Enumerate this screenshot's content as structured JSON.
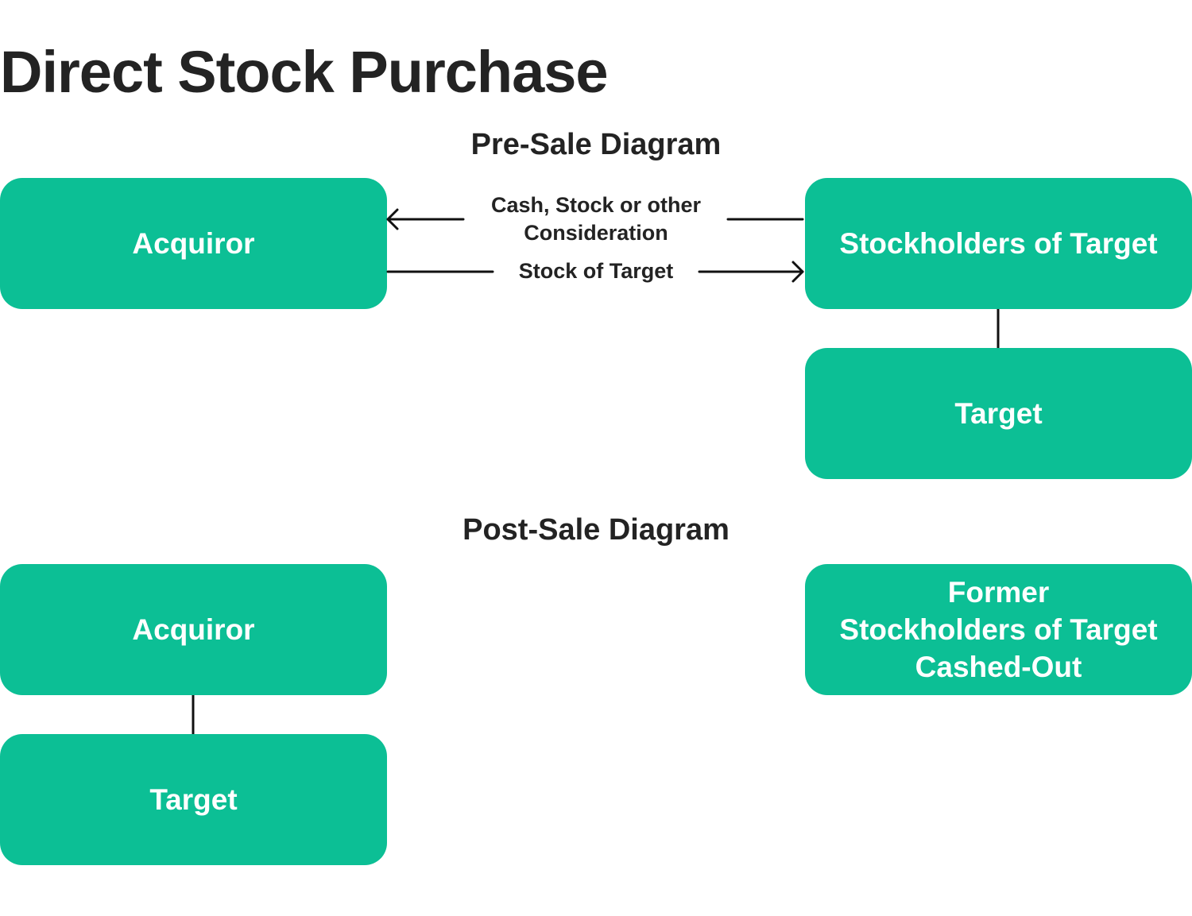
{
  "title": "Direct Stock Purchase",
  "colors": {
    "box_fill": "#0cbf95",
    "box_text": "#ffffff",
    "text": "#232323"
  },
  "pre_sale": {
    "heading": "Pre-Sale Diagram",
    "acquiror": "Acquiror",
    "stockholders": "Stockholders of Target",
    "target": "Target",
    "arrow_to_acquiror": "Cash, Stock or other Consideration",
    "arrow_to_stockholders": "Stock of Target"
  },
  "post_sale": {
    "heading": "Post-Sale Diagram",
    "acquiror": "Acquiror",
    "target": "Target",
    "former_stockholders_lines": [
      "Former",
      "Stockholders of Target",
      "Cashed-Out"
    ]
  }
}
